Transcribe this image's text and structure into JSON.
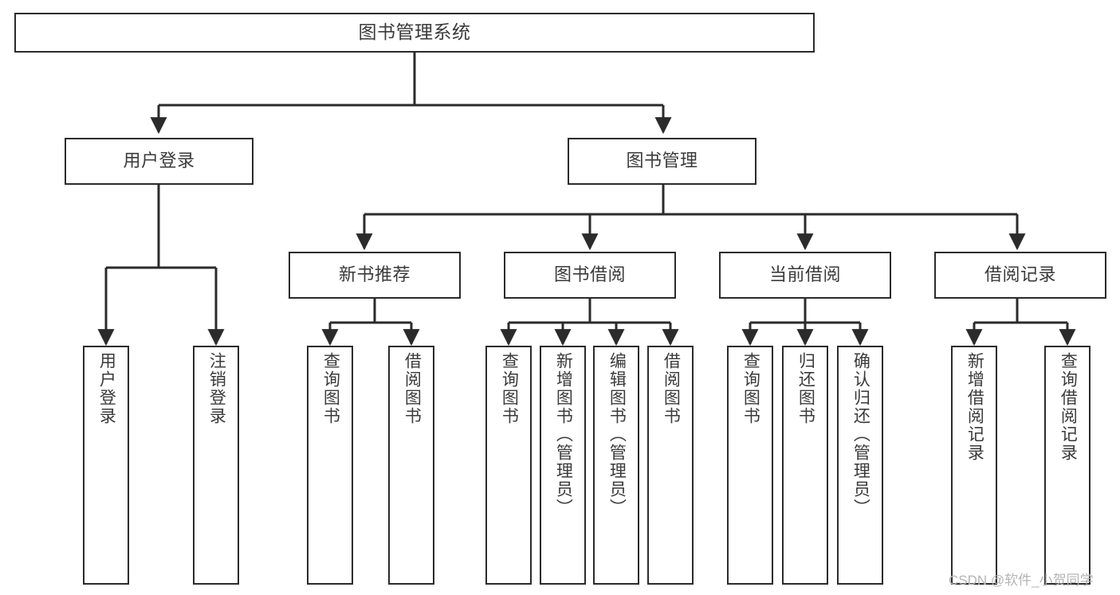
{
  "diagram": {
    "title": "图书管理系统",
    "type": "hierarchy-tree",
    "colors": {
      "node_border": "#2b2b2b",
      "node_fill": "#ffffff",
      "text": "#3a3a3a",
      "edge": "#2b2b2b",
      "background": "#ffffff",
      "watermark": "#b4b4b4"
    },
    "watermark": "CSDN @软件_小贺同学",
    "nodes": {
      "root": {
        "label": "图书管理系统"
      },
      "level1": [
        {
          "label": "用户登录"
        },
        {
          "label": "图书管理"
        }
      ],
      "level2": [
        {
          "label": "新书推荐"
        },
        {
          "label": "图书借阅"
        },
        {
          "label": "当前借阅"
        },
        {
          "label": "借阅记录"
        }
      ],
      "leaves": [
        {
          "label": "用户登录"
        },
        {
          "label": "注销登录"
        },
        {
          "label": "查询图书"
        },
        {
          "label": "借阅图书"
        },
        {
          "label": "查询图书"
        },
        {
          "label": "新增图书（管理员）"
        },
        {
          "label": "编辑图书（管理员）"
        },
        {
          "label": "借阅图书"
        },
        {
          "label": "查询图书"
        },
        {
          "label": "归还图书"
        },
        {
          "label": "确认归还（管理员）"
        },
        {
          "label": "新增借阅记录"
        },
        {
          "label": "查询借阅记录"
        }
      ]
    }
  }
}
